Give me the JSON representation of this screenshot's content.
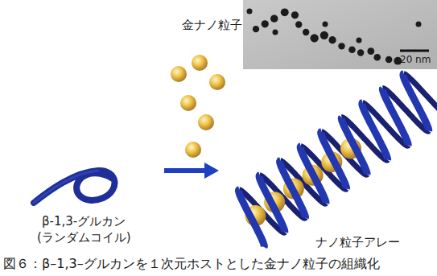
{
  "diagram": {
    "caption": "図６：β–1,3–グルカンを１次元ホストとした金ナノ粒子の組織化",
    "labels": [
      "金ナノ粒子",
      "20 nm",
      "β-1,3-グルカン",
      "(ランダムコイル)",
      "ナノ粒子アレー"
    ]
  }
}
